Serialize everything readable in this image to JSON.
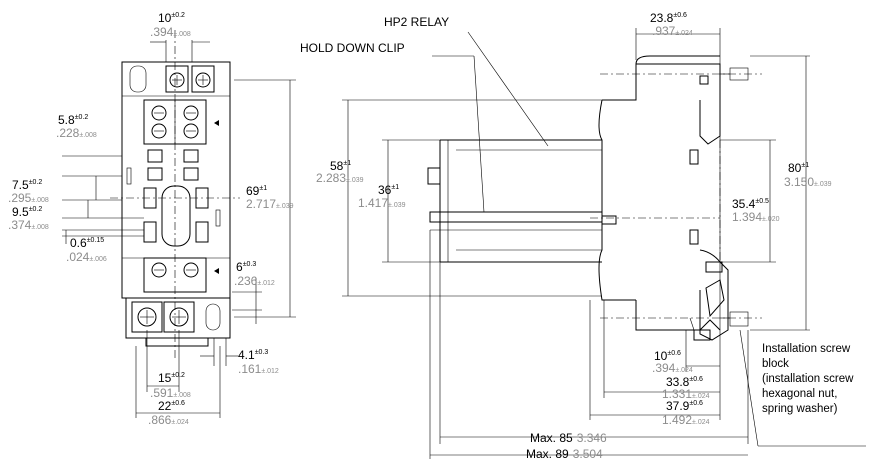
{
  "labels": {
    "hp2_relay": "HP2 RELAY",
    "hold_down_clip": "HOLD DOWN CLIP",
    "screw_block_note": [
      "Installation screw",
      "block",
      "(installation screw",
      "hexagonal nut,",
      "spring washer)"
    ]
  },
  "dims": {
    "d10": {
      "mm": "10",
      "tol": "±0.2",
      "inch": ".394",
      "itol": "±.008"
    },
    "d5_8": {
      "mm": "5.8",
      "tol": "±0.2",
      "inch": ".228",
      "itol": "±.008"
    },
    "d7_5": {
      "mm": "7.5",
      "tol": "±0.2",
      "inch": ".295",
      "itol": "±.008"
    },
    "d9_5": {
      "mm": "9.5",
      "tol": "±0.2",
      "inch": ".374",
      "itol": "±.008"
    },
    "d0_6": {
      "mm": "0.6",
      "tol": "±0.15",
      "inch": ".024",
      "itol": "±.006"
    },
    "d69": {
      "mm": "69",
      "tol": "±1",
      "inch": "2.717",
      "itol": "±.039"
    },
    "d6": {
      "mm": "6",
      "tol": "±0.3",
      "inch": ".236",
      "itol": "±.012"
    },
    "d4_1": {
      "mm": "4.1",
      "tol": "±0.3",
      "inch": ".161",
      "itol": "±.012"
    },
    "d15": {
      "mm": "15",
      "tol": "±0.2",
      "inch": ".591",
      "itol": "±.008"
    },
    "d22": {
      "mm": "22",
      "tol": "±0.6",
      "inch": ".866",
      "itol": "±.024"
    },
    "d58": {
      "mm": "58",
      "tol": "±1",
      "inch": "2.283",
      "itol": "±.039"
    },
    "d36": {
      "mm": "36",
      "tol": "±1",
      "inch": "1.417",
      "itol": "±.039"
    },
    "d23_8": {
      "mm": "23.8",
      "tol": "±0.6",
      "inch": ".937",
      "itol": "±.024"
    },
    "d80": {
      "mm": "80",
      "tol": "±1",
      "inch": "3.150",
      "itol": "±.039"
    },
    "d35_4": {
      "mm": "35.4",
      "tol": "±0.5",
      "inch": "1.394",
      "itol": "±.020"
    },
    "d10b": {
      "mm": "10",
      "tol": "±0.6",
      "inch": ".394",
      "itol": "±.024"
    },
    "d33_8": {
      "mm": "33.8",
      "tol": "±0.6",
      "inch": "1.331",
      "itol": "±.024"
    },
    "d37_9": {
      "mm": "37.9",
      "tol": "±0.6",
      "inch": "1.492",
      "itol": "±.024"
    },
    "dmax85": {
      "mm": "Max. 85",
      "inch": "3.346"
    },
    "dmax89": {
      "mm": "Max. 89",
      "inch": "3.504"
    }
  }
}
